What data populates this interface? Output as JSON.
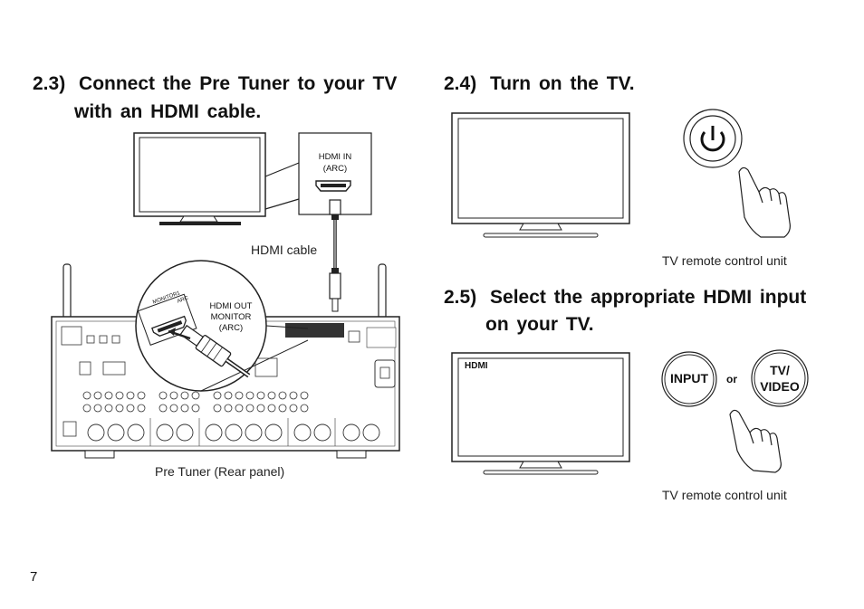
{
  "sections": {
    "s23": {
      "number": "2.3)",
      "line1": "Connect the Pre Tuner to your TV",
      "line2": "with an HDMI cable."
    },
    "s24": {
      "number": "2.4)",
      "line1": "Turn on the TV."
    },
    "s25": {
      "number": "2.5)",
      "line1": "Select the appropriate HDMI input",
      "line2": "on your TV."
    }
  },
  "diagram1": {
    "hdmi_in_label": "HDMI IN",
    "hdmi_in_arc": "(ARC)",
    "hdmi_cable_label": "HDMI cable",
    "hdmi_out_line1": "HDMI OUT",
    "hdmi_out_line2": "MONITOR",
    "hdmi_out_arc": "(ARC)",
    "panel_monitor_label": "MONITOR1",
    "panel_arc_label": "ARC",
    "caption": "Pre Tuner (Rear panel)"
  },
  "diagram2": {
    "caption": "TV remote control unit",
    "power_icon": "power-icon"
  },
  "diagram3": {
    "screen_label": "HDMI",
    "input_button": "INPUT",
    "or_label": "or",
    "tv_video_line1": "TV/",
    "tv_video_line2": "VIDEO",
    "caption": "TV remote control unit"
  },
  "page_number": "7"
}
